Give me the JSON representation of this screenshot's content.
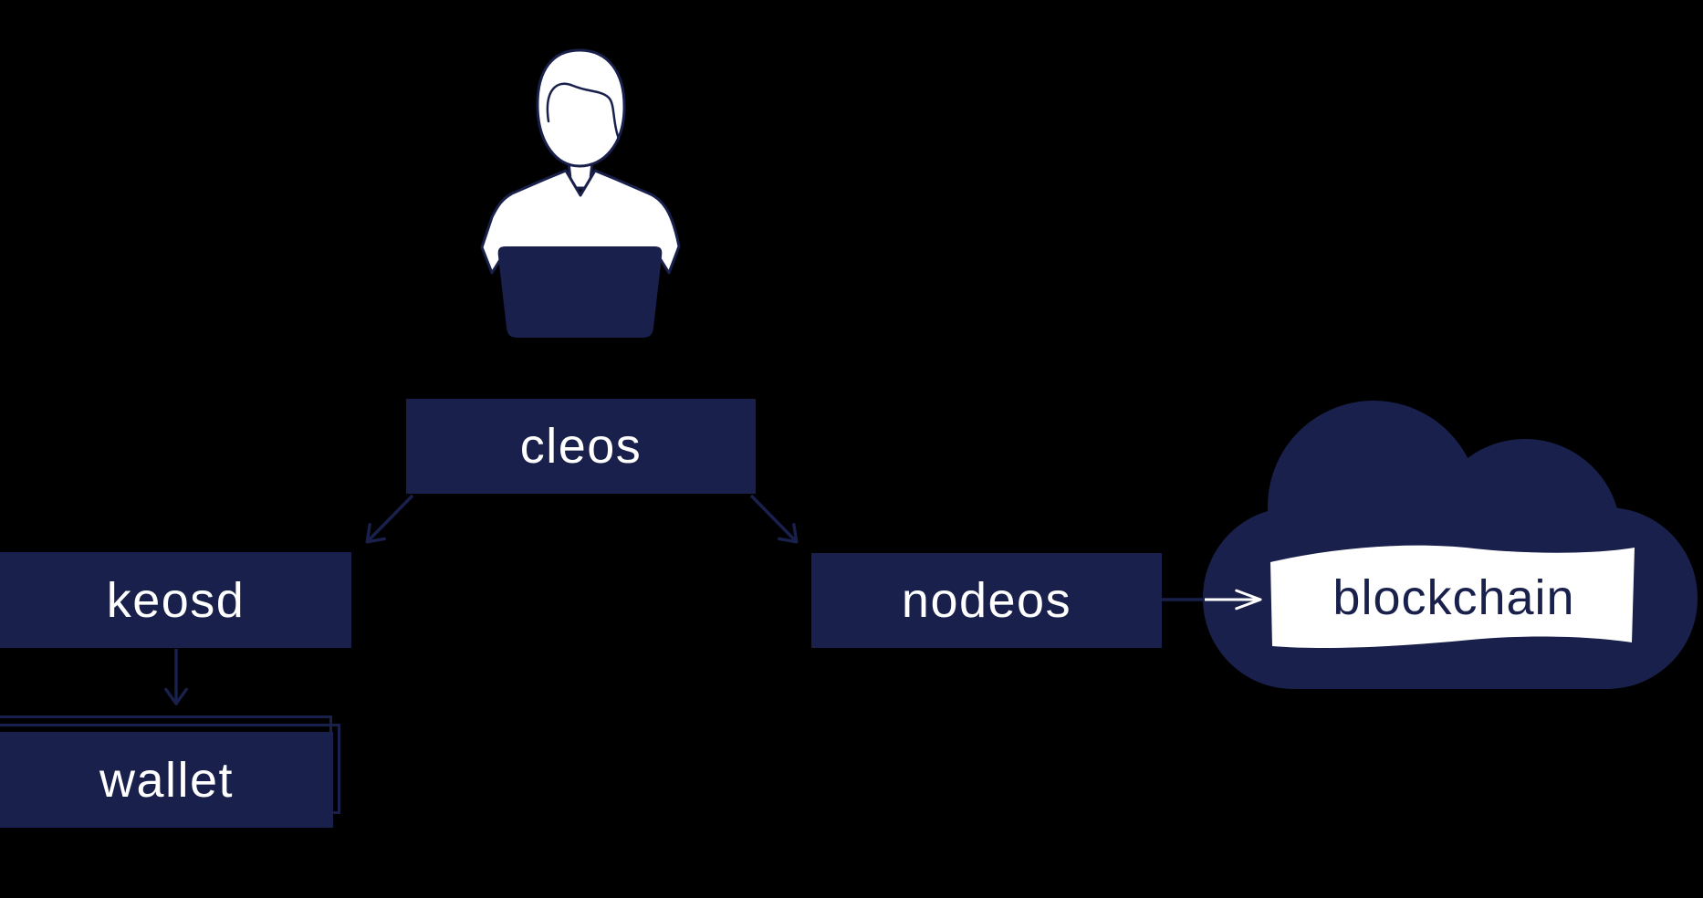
{
  "colors": {
    "navy": "#19204B",
    "white": "#FFFFFF",
    "background": "#000000"
  },
  "nodes": {
    "cleos": {
      "label": "cleos"
    },
    "keosd": {
      "label": "keosd"
    },
    "nodeos": {
      "label": "nodeos"
    },
    "wallet": {
      "label": "wallet"
    },
    "blockchain": {
      "label": "blockchain"
    }
  },
  "edges": [
    {
      "from": "cleos",
      "to": "keosd"
    },
    {
      "from": "cleos",
      "to": "nodeos"
    },
    {
      "from": "keosd",
      "to": "wallet"
    },
    {
      "from": "nodeos",
      "to": "blockchain"
    }
  ],
  "icons": {
    "person": "user-at-laptop-icon",
    "cloud": "cloud-icon"
  }
}
